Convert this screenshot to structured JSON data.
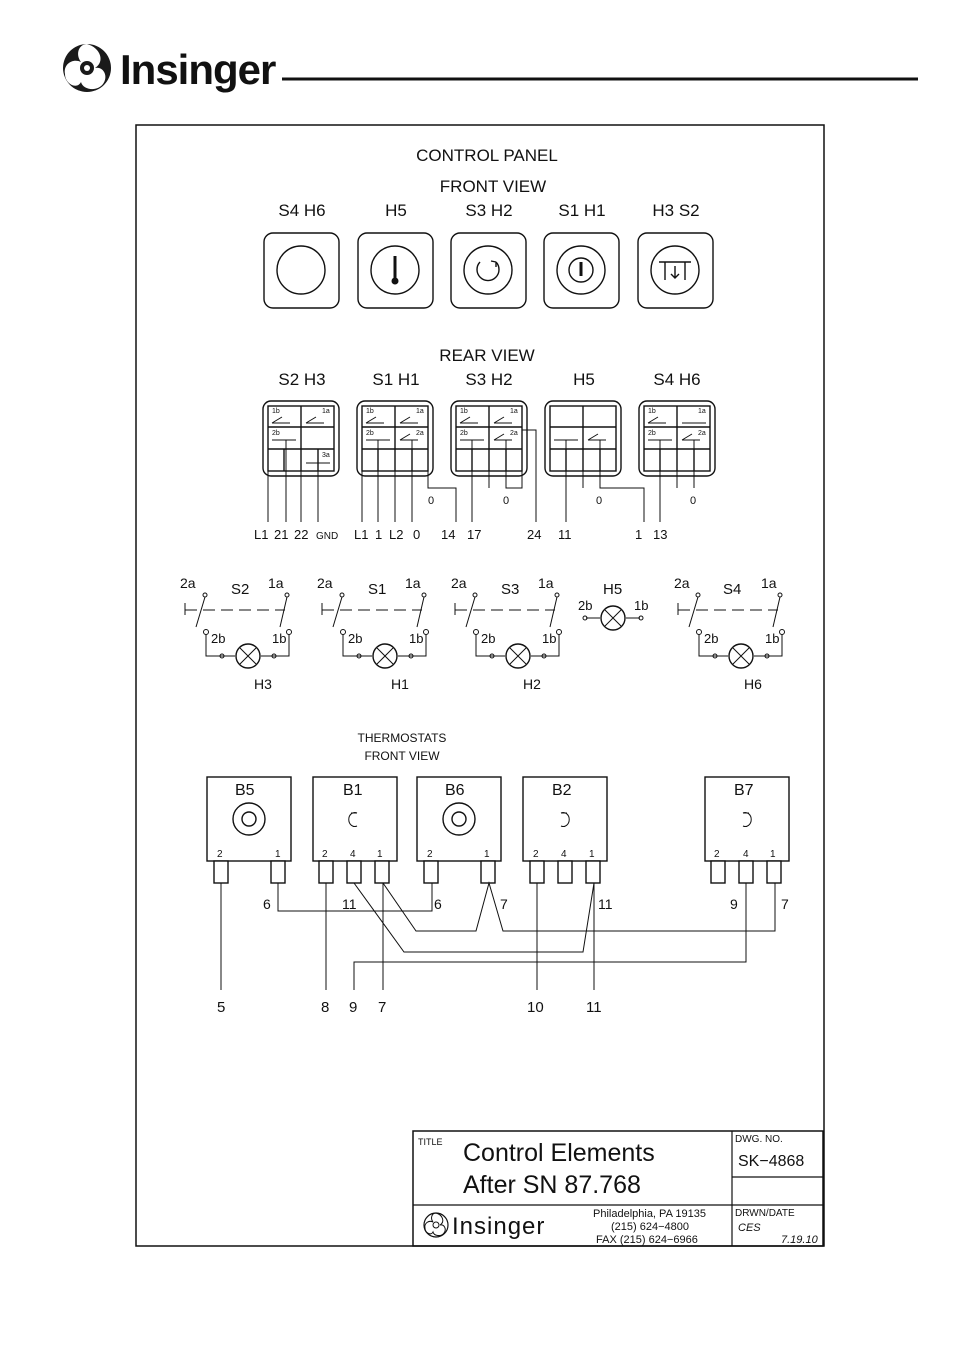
{
  "header": {
    "logo_text": "Insinger"
  },
  "titles": {
    "control_panel": "CONTROL PANEL",
    "front_view": "FRONT VIEW",
    "rear_view": "REAR VIEW",
    "thermostats": "THERMOSTATS",
    "thermostats_front_view": "FRONT VIEW"
  },
  "front_labels": [
    "S4  H6",
    "H5",
    "S3  H2",
    "S1  H1",
    "H3  S2"
  ],
  "rear_labels": [
    "S2  H3",
    "S1  H1",
    "S3  H2",
    "H5",
    "S4  H6"
  ],
  "rear_zero_labels": [
    "0",
    "0",
    "0",
    "0"
  ],
  "rear_terminals": [
    "L1",
    "21",
    "22",
    "GND",
    "L1",
    "1",
    "L2",
    "0",
    "14",
    "17",
    "24",
    "11",
    "1",
    "13"
  ],
  "rear_contact_labels": [
    "1b",
    "1a",
    "2b",
    "2a",
    "3a"
  ],
  "schematic": {
    "switches": [
      "S2",
      "S1",
      "S3",
      "S4"
    ],
    "lamps": [
      "H3",
      "H1",
      "H2",
      "H6"
    ],
    "h5": "H5",
    "contacts": {
      "a2": "2a",
      "a1": "1a",
      "b2": "2b",
      "b1": "1b"
    }
  },
  "thermostats": [
    {
      "name": "B5",
      "pins": [
        "2",
        "1"
      ]
    },
    {
      "name": "B1",
      "pins": [
        "2",
        "4",
        "1"
      ]
    },
    {
      "name": "B6",
      "pins": [
        "2",
        "1"
      ]
    },
    {
      "name": "B2",
      "pins": [
        "2",
        "4",
        "1"
      ]
    },
    {
      "name": "B7",
      "pins": [
        "2",
        "4",
        "1"
      ]
    }
  ],
  "wire_labels_mid": [
    "6",
    "11",
    "6",
    "7",
    "11",
    "9",
    "7"
  ],
  "wire_labels_bottom": [
    "5",
    "8",
    "9",
    "7",
    "10",
    "11"
  ],
  "title_block": {
    "title_label": "TITLE",
    "title_line1": "Control Elements",
    "title_line2": "After SN 87.768",
    "dwg_no_label": "DWG.  NO.",
    "dwg_no": "SK−4868",
    "company": "Insinger",
    "address": "Philadelphia,  PA  19135",
    "phone": "(215)  624−4800",
    "fax": "FAX  (215)  624−6966",
    "drwn_date_label": "DRWN/DATE",
    "drawn_by": "CES",
    "date": "7.19.10"
  }
}
